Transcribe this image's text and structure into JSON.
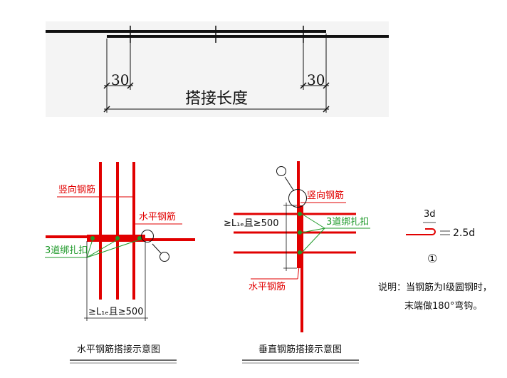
{
  "top": {
    "dim_left": "30",
    "dim_right": "30",
    "lap_length_label": "搭接长度"
  },
  "left_diagram": {
    "vertical_rebar_label": "竖向钢筋",
    "horizontal_rebar_label": "水平钢筋",
    "tie_label": "3道绑扎扣",
    "dimension_label": "≥L₁ₑ且≥500",
    "caption": "水平钢筋搭接示意图"
  },
  "right_diagram": {
    "vertical_rebar_label": "竖向钢筋",
    "horizontal_rebar_label": "水平钢筋",
    "tie_label": "3道绑扎扣",
    "dimension_label": "≥L₁ₑ且≥500",
    "caption": "垂直钢筋搭接示意图"
  },
  "hook_detail": {
    "dim_3d": "3d",
    "dim_25d": "2.5d",
    "marker": "①"
  },
  "note": {
    "line1": "说明：当钢筋为Ⅰ级圆钢时，",
    "line2": "末端做180°弯钩。"
  },
  "colors": {
    "rebar_red": "#e10000",
    "tie_green": "#1f9a2a",
    "ink": "#111111"
  }
}
